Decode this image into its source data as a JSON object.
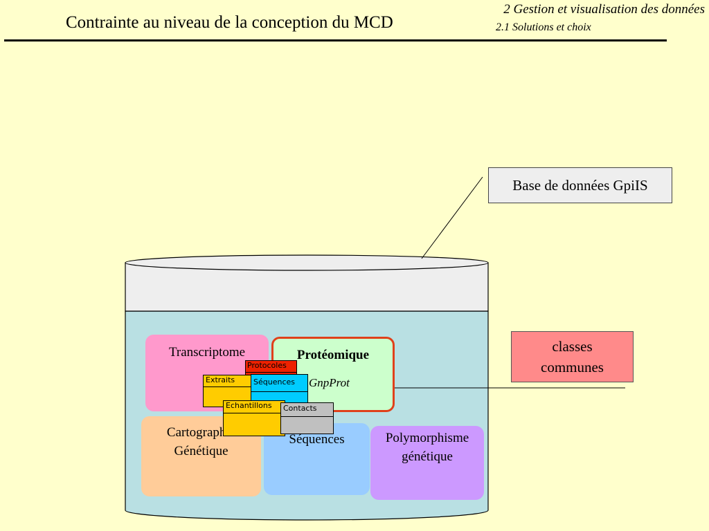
{
  "header": {
    "title": "Contrainte au niveau de la conception du MCD",
    "section": "2 Gestion et visualisation des données",
    "subsection": "2.1 Solutions et choix"
  },
  "callouts": {
    "database_label": "Base de données GpiIS",
    "common_classes_line1": "classes",
    "common_classes_line2": "communes"
  },
  "domains": {
    "transcriptome": "Transcriptome",
    "proteomique": "Protéomique",
    "cartographie_line1": "Cartographie",
    "cartographie_line2": "Génétique",
    "sequences": "Séquences",
    "polymorphisme_line1": "Polymorphisme",
    "polymorphisme_line2": "génétique",
    "gnpprot": "GnpProt"
  },
  "classes": {
    "protocoles": "Protocoles",
    "extraits": "Extraits",
    "sequences": "Séquences",
    "echantillons": "Echantillons",
    "contacts": "Contacts"
  },
  "colors": {
    "background": "#ffffcc",
    "cylinder_body": "#b9e0e3",
    "cylinder_top": "#eeeeee",
    "common_classes": "#ff8a8a",
    "transcriptome": "#ff99cc",
    "proteomique": "#ccffcc",
    "proteomique_border": "#e0401a",
    "cartographie": "#ffcc99",
    "sequences": "#99ccff",
    "polymorphisme": "#cc99ff",
    "class_protocoles": "#ee2200",
    "class_extraits": "#ffcc00",
    "class_sequences": "#00ccff",
    "class_echantillons": "#ffcc00",
    "class_contacts": "#c0c0c0"
  }
}
